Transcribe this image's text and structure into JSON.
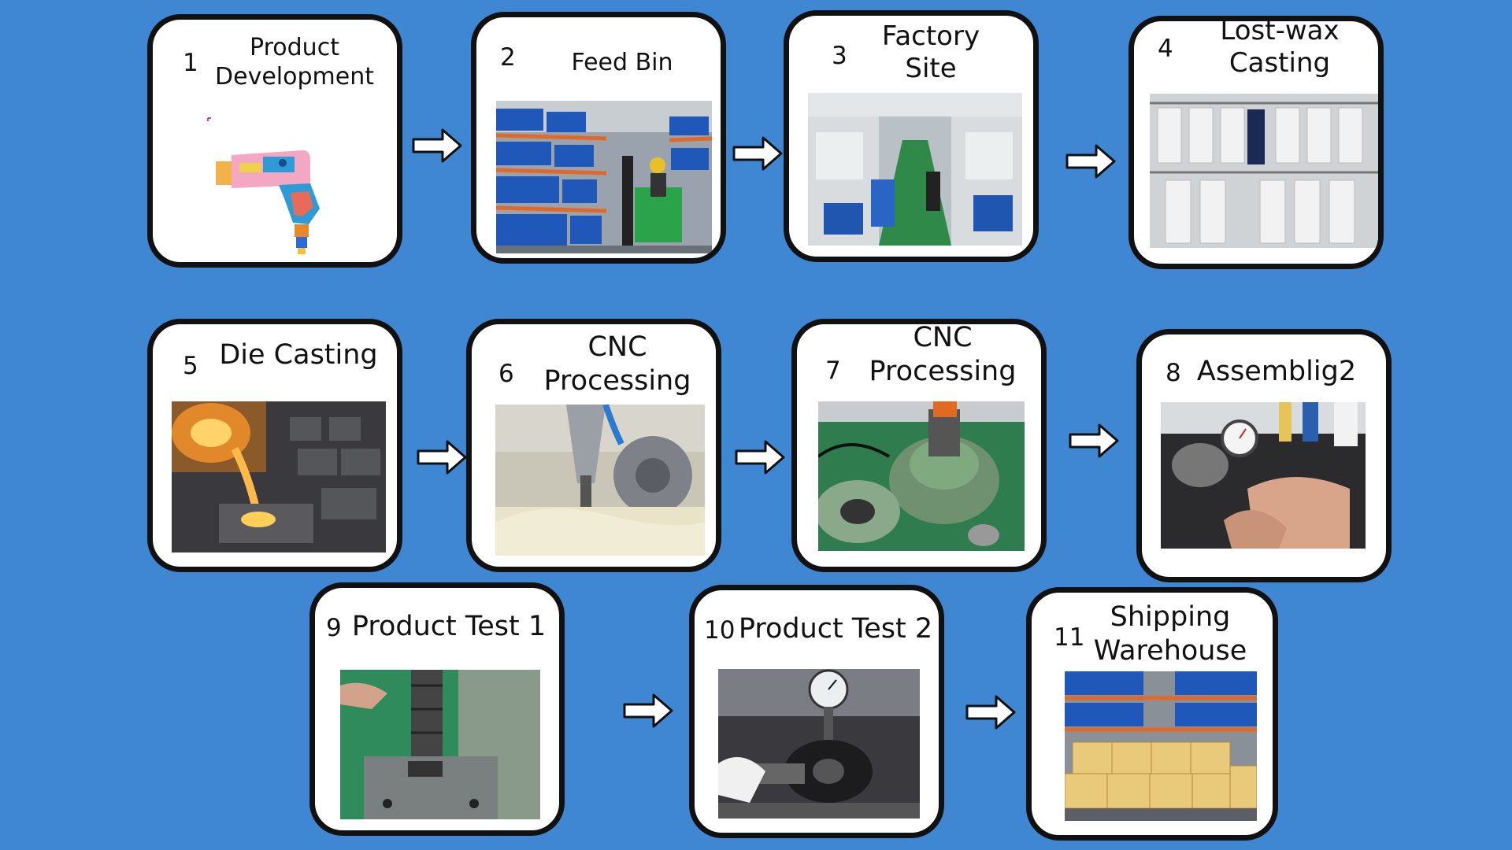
{
  "steps": [
    {
      "num": "1",
      "title": [
        "Product",
        "Development"
      ],
      "image": "screw-gun-cutaway-drawing"
    },
    {
      "num": "2",
      "title": [
        "Feed Bin"
      ],
      "image": "warehouse-racks-forklift-photo"
    },
    {
      "num": "3",
      "title": [
        "Factory",
        "Site"
      ],
      "image": "factory-floor-photo"
    },
    {
      "num": "4",
      "title": [
        "Lost-wax",
        "Casting"
      ],
      "image": "wax-molds-photo"
    },
    {
      "num": "5",
      "title": [
        "Die Casting"
      ],
      "image": "molten-metal-pour-photo"
    },
    {
      "num": "6",
      "title": [
        "CNC",
        "Processing"
      ],
      "image": "cnc-milling-photo"
    },
    {
      "num": "7",
      "title": [
        "CNC",
        "Processing"
      ],
      "image": "cnc-fixture-photo"
    },
    {
      "num": "8",
      "title": [
        "Assemblig2"
      ],
      "image": "assembly-dial-gauge-photo"
    },
    {
      "num": "9",
      "title": [
        "Product Test 1"
      ],
      "image": "press-test-photo"
    },
    {
      "num": "10",
      "title": [
        "Product Test 2"
      ],
      "image": "pressure-gauge-test-photo"
    },
    {
      "num": "11",
      "title": [
        "Shipping",
        "Warehouse"
      ],
      "image": "shipping-boxes-photo"
    }
  ],
  "colors": {
    "background": "#3f87d3",
    "card": "#ffffff",
    "border": "#111111"
  },
  "icons": {
    "arrow": "right-arrow-icon"
  }
}
